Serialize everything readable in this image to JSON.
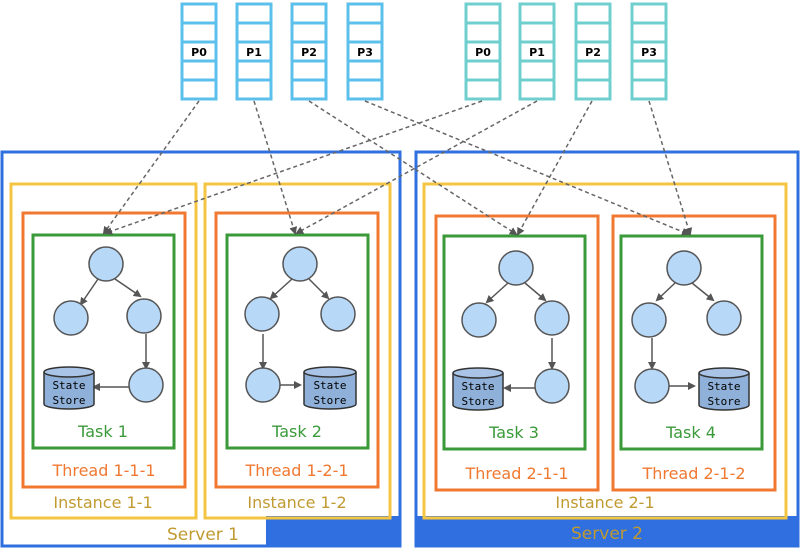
{
  "topics": [
    {
      "partitions": [
        "P0",
        "P1",
        "P2",
        "P3"
      ]
    },
    {
      "partitions": [
        "P0",
        "P1",
        "P2",
        "P3"
      ]
    }
  ],
  "servers": [
    {
      "label": "Server 1"
    },
    {
      "label": "Server 2"
    }
  ],
  "instances": [
    {
      "label": "Instance 1-1"
    },
    {
      "label": "Instance 1-2"
    },
    {
      "label": "Instance 2-1"
    }
  ],
  "threads": [
    {
      "label": "Thread 1-1-1"
    },
    {
      "label": "Thread 1-2-1"
    },
    {
      "label": "Thread 2-1-1"
    },
    {
      "label": "Thread 2-1-2"
    }
  ],
  "tasks": [
    {
      "label": "Task 1",
      "store_line1": "State",
      "store_line2": "Store"
    },
    {
      "label": "Task 2",
      "store_line1": "State",
      "store_line2": "Store"
    },
    {
      "label": "Task 3",
      "store_line1": "State",
      "store_line2": "Store"
    },
    {
      "label": "Task 4",
      "store_line1": "State",
      "store_line2": "Store"
    }
  ],
  "colors": {
    "topic1": "#5bc0eb",
    "topic2": "#6fcfcf",
    "server": "#2f6fdf",
    "instance": "#f4c542",
    "thread": "#f07830",
    "task": "#3a9a3a",
    "node_fill": "#b8d8f8",
    "node_stroke": "#555555",
    "store_fill": "#8fb0d8",
    "instance_text": "#c09a30",
    "server_text": "#c09a30"
  }
}
